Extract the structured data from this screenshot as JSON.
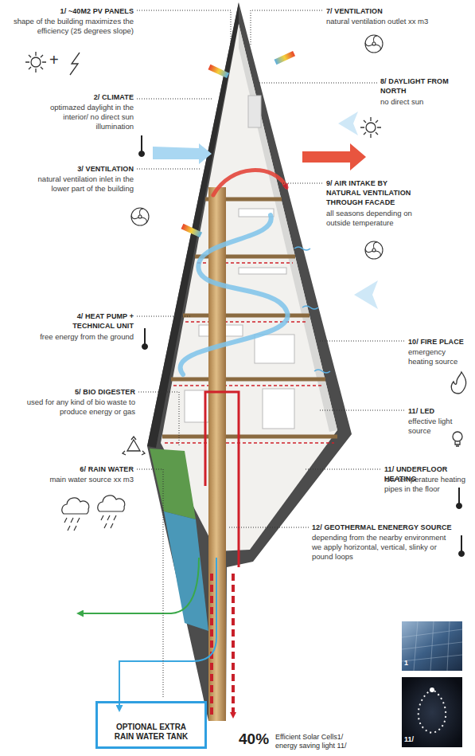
{
  "diagram": {
    "nodes": [
      {
        "text": [
          "OPTIONAL EXTRA RAIN WATER TANK"
        ]
      }
    ],
    "labels": [
      "1/ ~40M2 PV PANELS",
      "shape of the building maximizes the efficiency (25 degrees slope)",
      "+",
      "2/ CLIMATE",
      "optimazed daylight in the interior/ no direct sun illumination",
      "3/ VENTILATION",
      "natural ventilation inlet in the lower part of the building",
      "4/ HEAT PUMP + TECHNICAL UNIT",
      "free energy from the ground",
      "5/ BIO DIGESTER",
      "used for any kind of bio waste to produce energy or gas",
      "6/ RAIN WATER",
      "main water source xx m3",
      "7/ VENTILATION",
      "natural ventilation outlet xx m3",
      "8/ DAYLIGHT FROM NORTH",
      "no direct sun",
      "9/ AIR INTAKE BY NATURAL VENTILATION THROUGH FACADE",
      "all seasons depending on outside temperature",
      "10/ FIRE PLACE",
      "emergency heating source",
      "11/ LED",
      "effective light source",
      "11/ UNDERFLOOR HEATING",
      "low temperature heating pipes in the floor",
      "12/ GEOTHERMAL ENENERGY SOURCE",
      "depending from the nearby environment we apply horizontal, vertical, slinky or pound loops",
      "1",
      "11/",
      "40%",
      "Efficient Solar Cells1/",
      "energy saving light 11/"
    ]
  }
}
